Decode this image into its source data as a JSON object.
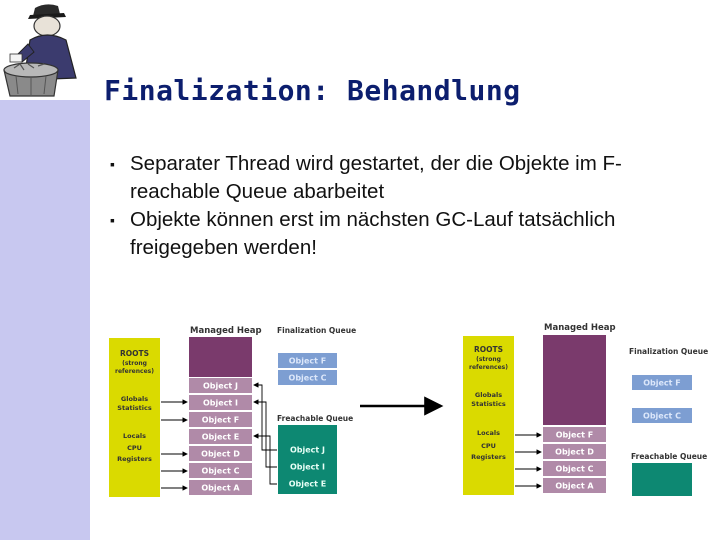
{
  "slide": {
    "title": "Finalization: Behandlung",
    "bullets": [
      "Separater Thread wird gestartet, der die Objekte im F-reachable Queue abarbeitet",
      "Objekte können erst im nächsten GC-Lauf tatsächlich freigegeben werden!"
    ]
  },
  "diagram_left": {
    "managed_heap_label": "Managed Heap",
    "finalization_queue_label": "Finalization Queue",
    "freachable_queue_label": "Freachable Queue",
    "roots": [
      "ROOTS",
      "(strong",
      "references)"
    ],
    "globals": [
      "Globals",
      "Statistics"
    ],
    "locals": [
      "Locals",
      "CPU",
      "Registers"
    ],
    "heap_objects": [
      "Object J",
      "Object I",
      "Object F",
      "Object E",
      "Object D",
      "Object C",
      "Object A"
    ],
    "finalization_objects": [
      "Object F",
      "Object C"
    ],
    "freachable_objects": [
      "Object J",
      "Object I",
      "Object E"
    ]
  },
  "diagram_right": {
    "managed_heap_label": "Managed Heap",
    "finalization_queue_label": "Finalization Queue",
    "freachable_queue_label": "Freachable Queue",
    "roots": [
      "ROOTS",
      "(strong",
      "references)"
    ],
    "globals": [
      "Globals",
      "Statistics"
    ],
    "locals": [
      "Locals",
      "CPU",
      "Registers"
    ],
    "heap_objects": [
      "Object F",
      "Object D",
      "Object C",
      "Object A"
    ],
    "finalization_objects": [
      "Object F",
      "Object C"
    ]
  },
  "colors": {
    "sidebar": "#c8c8f0",
    "title": "#0c1e6e",
    "roots_box": "#dada00",
    "heap_purple": "#7a3a6c",
    "heap_object": "#b08aa8",
    "queue_blue": "#7d9ed2",
    "queue_text": "#dce7fa",
    "freachable_green": "#0d8872"
  }
}
